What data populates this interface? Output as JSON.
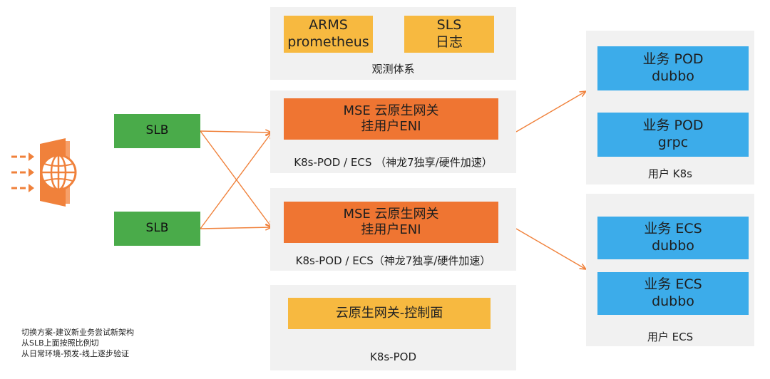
{
  "slb": {
    "top_label": "SLB",
    "bottom_label": "SLB"
  },
  "observability": {
    "arms_line1": "ARMS",
    "arms_line2": "prometheus",
    "sls_line1": "SLS",
    "sls_line2": "日志",
    "caption": "观测体系"
  },
  "gateway_top": {
    "line1": "MSE 云原生网关",
    "line2": "挂用户ENI",
    "caption": "K8s-POD / ECS （神龙7独享/硬件加速）"
  },
  "gateway_bottom": {
    "line1": "MSE 云原生网关",
    "line2": "挂用户ENI",
    "caption": "K8s-POD / ECS（神龙7独享/硬件加速）"
  },
  "control_plane": {
    "label": "云原生网关-控制面",
    "caption": "K8s-POD"
  },
  "user_k8s": {
    "pod1_line1": "业务 POD",
    "pod1_line2": "dubbo",
    "pod2_line1": "业务 POD",
    "pod2_line2": "grpc",
    "caption": "用户 K8s"
  },
  "user_ecs": {
    "ecs1_line1": "业务 ECS",
    "ecs1_line2": "dubbo",
    "ecs2_line1": "业务 ECS",
    "ecs2_line2": "dubbo",
    "caption": "用户 ECS"
  },
  "notes": [
    "切换方案-建议新业务尝试新架构",
    "从SLB上面按照比例切",
    "从日常环境-预发-线上逐步验证"
  ],
  "colors": {
    "arrow": "#f0813b",
    "yellow": "#f7b940",
    "orange": "#ef7532",
    "blue": "#3cacea",
    "green": "#4aab4a",
    "panel": "#f1f1f1"
  },
  "icons": {
    "internet": "globe-door-icon"
  }
}
